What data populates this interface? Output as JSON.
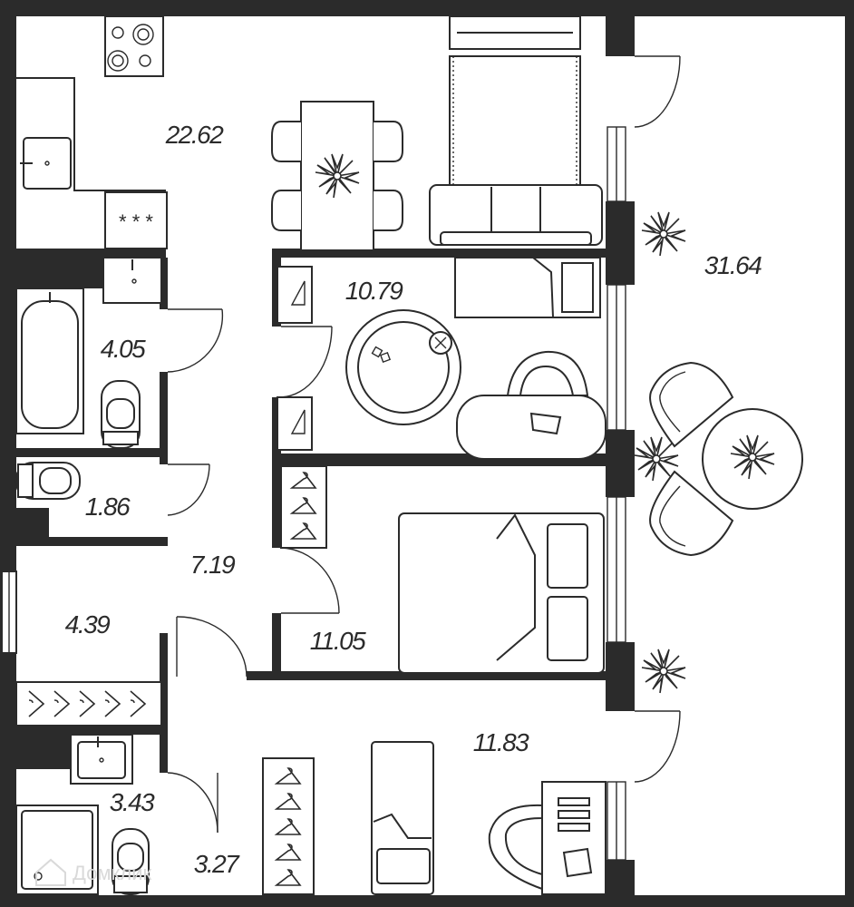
{
  "rooms": {
    "kitchen_living": "22.62",
    "bathroom_1": "4.05",
    "toilet": "1.86",
    "hallway": "7.19",
    "bedroom_1": "10.79",
    "bedroom_2": "11.05",
    "storage": "4.39",
    "bedroom_3": "11.83",
    "bathroom_2": "3.43",
    "entrance": "3.27",
    "balcony": "31.64"
  },
  "watermark": "Домклик",
  "icons": {
    "stove_burners": "stove-icon",
    "plant": "plant-icon",
    "hanger": "hanger-icon"
  },
  "colors": {
    "wall": "#2b2b2b",
    "background": "#ffffff"
  }
}
